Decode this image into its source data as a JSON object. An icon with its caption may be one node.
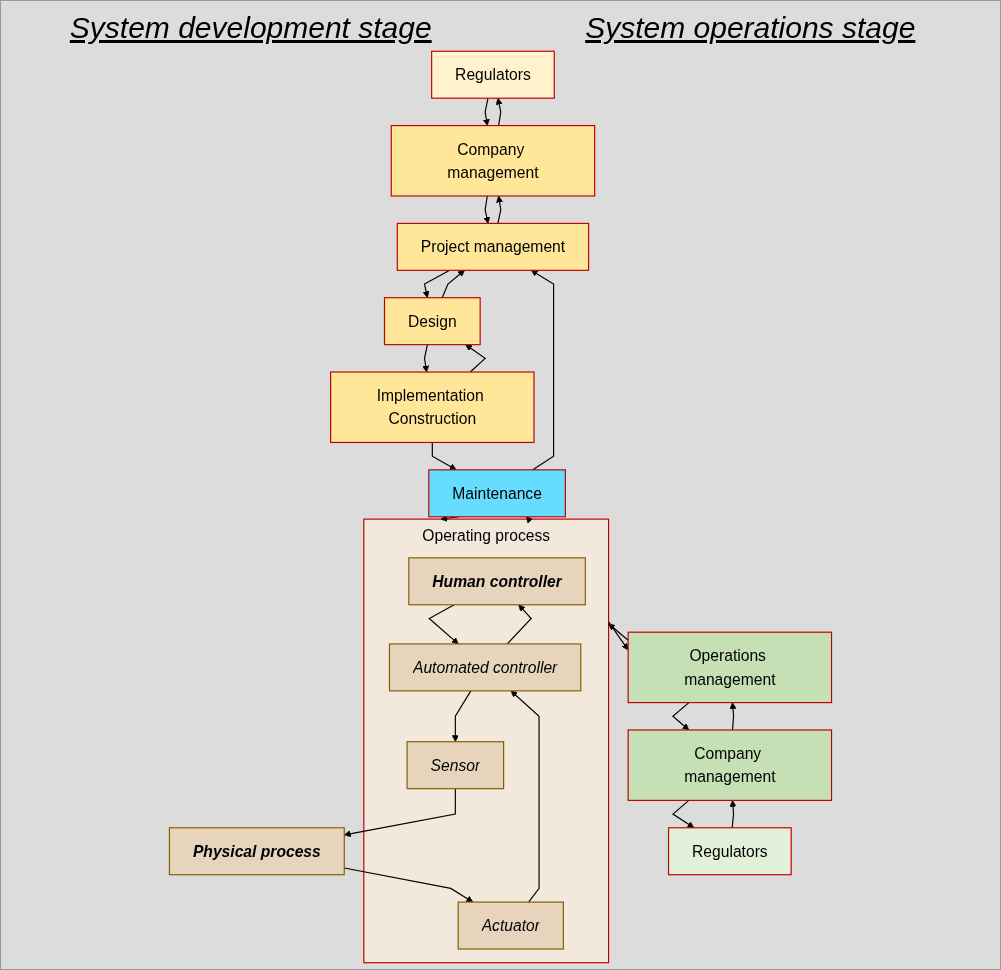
{
  "diagram": {
    "nodes": [
      {
        "text": [
          "Regulators"
        ]
      },
      {
        "text": [
          "Company management"
        ]
      },
      {
        "text": [
          "Project management"
        ]
      },
      {
        "text": [
          "Design"
        ]
      },
      {
        "text": [
          "Implementation Construction"
        ]
      },
      {
        "text": [
          "Maintenance"
        ]
      },
      {
        "text": [
          "Regulators"
        ]
      },
      {
        "text": [
          "Company management"
        ]
      },
      {
        "text": [
          "Operations management"
        ]
      },
      {
        "text": [
          "Operating process"
        ]
      },
      {
        "text": [
          "Human controller"
        ],
        "in": 9
      },
      {
        "text": [
          "Automated controller"
        ],
        "in": 9
      },
      {
        "text": [
          "Sensor"
        ],
        "in": 9
      },
      {
        "text": [
          "Actuator"
        ],
        "in": 9
      },
      {
        "text": [
          "Physical process"
        ]
      }
    ],
    "edges": [
      {
        "from": 0,
        "to": 1,
        "arrow": "to"
      },
      {
        "from": 1,
        "to": 0,
        "arrow": "to"
      },
      {
        "from": 1,
        "to": 2,
        "arrow": "to"
      },
      {
        "from": 2,
        "to": 1,
        "arrow": "to"
      },
      {
        "from": 2,
        "to": 3,
        "arrow": "to"
      },
      {
        "from": 3,
        "to": 2,
        "arrow": "to"
      },
      {
        "from": 3,
        "to": 4,
        "arrow": "to"
      },
      {
        "from": 4,
        "to": 3,
        "arrow": "to"
      },
      {
        "from": 4,
        "to": 5,
        "arrow": "to"
      },
      {
        "from": 5,
        "to": 2,
        "arrow": "to"
      },
      {
        "from": 5,
        "to": 9,
        "arrow": "to"
      },
      {
        "from": 9,
        "to": 5,
        "arrow": "to"
      },
      {
        "from": 6,
        "to": 7,
        "arrow": "to"
      },
      {
        "from": 7,
        "to": 6,
        "arrow": "to"
      },
      {
        "from": 7,
        "to": 8,
        "arrow": "to"
      },
      {
        "from": 8,
        "to": 7,
        "arrow": "to"
      },
      {
        "from": 8,
        "to": 9,
        "arrow": "to"
      },
      {
        "from": 9,
        "to": 8,
        "arrow": "to"
      },
      {
        "from": 10,
        "to": 11,
        "arrow": "to"
      },
      {
        "from": 11,
        "to": 10,
        "arrow": "to"
      },
      {
        "from": 11,
        "to": 12,
        "arrow": "to"
      },
      {
        "from": 12,
        "to": 14,
        "arrow": "to"
      },
      {
        "from": 14,
        "to": 13,
        "arrow": "to"
      },
      {
        "from": 13,
        "to": 11,
        "arrow": "to"
      }
    ],
    "labels": [
      "System development stage",
      "System operations stage"
    ]
  }
}
